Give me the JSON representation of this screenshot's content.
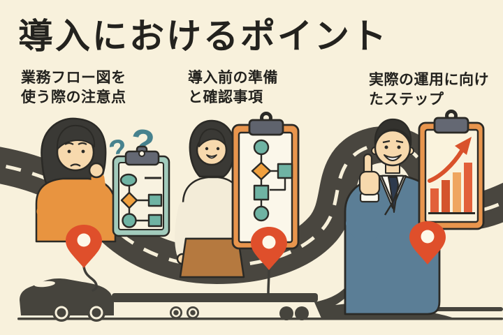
{
  "title": "導入におけるポイント",
  "sections": [
    {
      "heading_line1": "業務フロー図を",
      "heading_line2": "使う際の注意点"
    },
    {
      "heading_line1": "導入前の準備",
      "heading_line2": "と確認事項"
    },
    {
      "heading_line1": "実際の運用に向け",
      "heading_line2": "たステップ"
    }
  ],
  "decorations": {
    "question_mark_small": "?",
    "question_mark_large": "?"
  },
  "colors": {
    "background": "#f8f1dc",
    "ink": "#23221e",
    "road": "#49463f",
    "road_dash": "#f7f0da",
    "pin": "#df4f2b",
    "pin_hole": "#fdf8e8",
    "teal": "#6fb3a3",
    "teal_dark": "#47828e",
    "orange_accent": "#f0a03e",
    "orange_red": "#dd5a30",
    "sweater_orange": "#e89440",
    "suit_blue": "#5b7e96",
    "skirt_brown": "#b5793f",
    "skin": "#f7d9ad",
    "clipboard_border_teal": "#a2cbbc",
    "clipboard_border_orange": "#e8954d",
    "clip_gray": "#646873"
  }
}
